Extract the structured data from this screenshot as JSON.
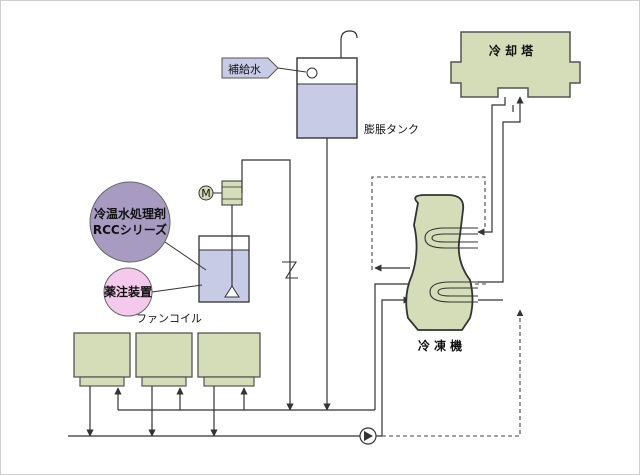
{
  "labels": {
    "makeup_water": "補給水",
    "expansion_tank": "膨脹タンク",
    "cooling_tower": "冷 却 塔",
    "treatment": "冷温水処理剤",
    "series": "RCCシリーズ",
    "dosing": "薬注装置",
    "fan_coil": "ファンコイル",
    "chiller": "冷 凍 機",
    "motor": "M",
    "z_mark": "Z"
  },
  "colors": {
    "unit_fill": "#d5dcb8",
    "unit_stroke": "#555555",
    "water_fill": "#c8cbe6",
    "treatment_fill": "#a79bc2",
    "dosing_fill": "#f4c9ec",
    "pipe": "#333333"
  },
  "icons": {
    "pump": "pump-icon",
    "motor": "motor-icon",
    "float_valve": "float-valve-icon"
  }
}
